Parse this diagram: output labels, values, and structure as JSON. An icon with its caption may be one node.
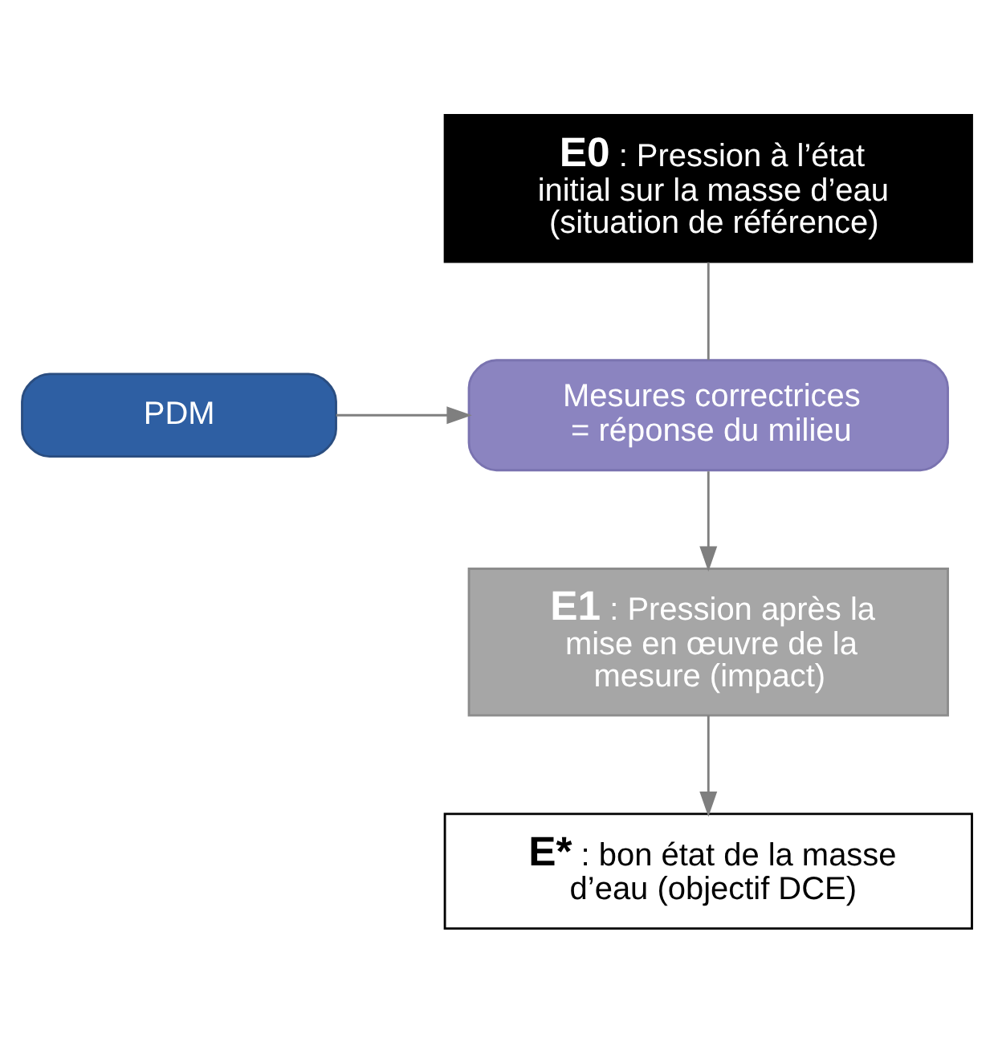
{
  "diagram": {
    "nodes": [
      {
        "text": [
          "**E0** : Pression à l’état initial sur la masse d’eau (situation de référence)"
        ]
      },
      {
        "text": [
          "PDM"
        ]
      },
      {
        "text": [
          "Mesures correctrices = réponse du milieu"
        ]
      },
      {
        "text": [
          "**E1** : Pression après la mise en œuvre de la mesure (impact)"
        ]
      },
      {
        "text": [
          "**E*** : bon état de la masse d’eau (objectif DCE)"
        ]
      }
    ],
    "edges": [
      {
        "from": 0,
        "to": 2,
        "arrow": "none"
      },
      {
        "from": 1,
        "to": 2,
        "arrow": "to"
      },
      {
        "from": 2,
        "to": 3,
        "arrow": "to"
      },
      {
        "from": 3,
        "to": 4,
        "arrow": "to"
      }
    ]
  }
}
